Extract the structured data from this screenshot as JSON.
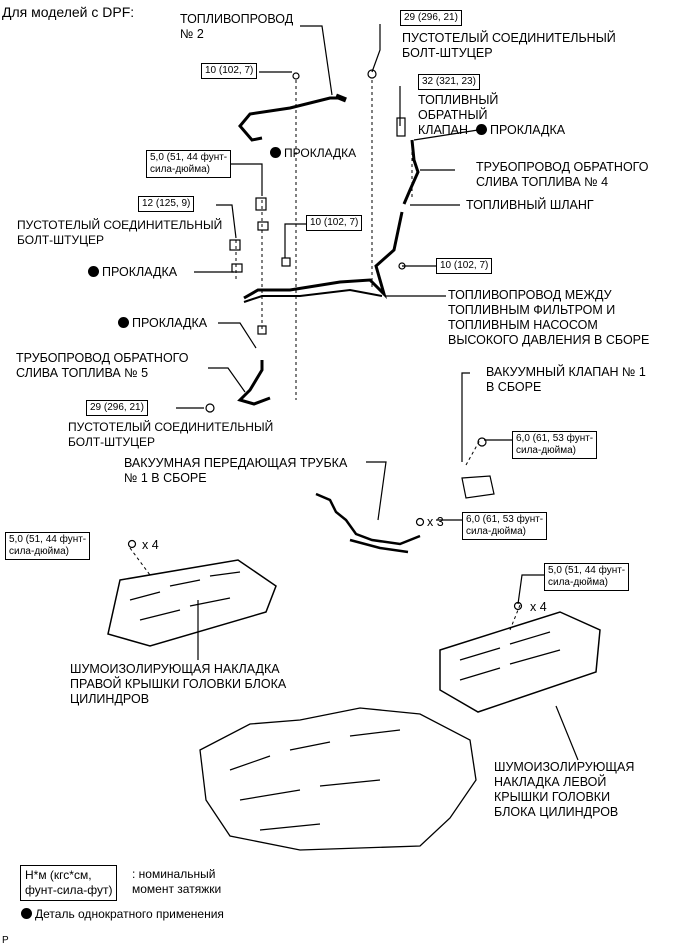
{
  "header": {
    "title": "Для моделей с DPF:"
  },
  "labels": {
    "fuel_pipe_2": "ТОПЛИВОПРОВОД\n№ 2",
    "union_bolt_top": "ПУСТОТЕЛЫЙ СОЕДИНИТЕЛЬНЫЙ\nБОЛТ-ШТУЦЕР",
    "return_valve": "ТОПЛИВНЫЙ\nОБРАТНЫЙ\nКЛАПАН",
    "gasket": "ПРОКЛАДКА",
    "return_pipe_4": "ТРУБОПРОВОД ОБРАТНОГО\nСЛИВА ТОПЛИВА № 4",
    "fuel_hose": "ТОПЛИВНЫЙ ШЛАНГ",
    "union_bolt_left": "ПУСТОТЕЛЫЙ СОЕДИНИТЕЛЬНЫЙ\nБОЛТ-ШТУЦЕР",
    "fuel_pipe_filter_pump": "ТОПЛИВОПРОВОД МЕЖДУ\nТОПЛИВНЫМ ФИЛЬТРОМ И\nТОПЛИВНЫМ НАСОСОМ\nВЫСОКОГО ДАВЛЕНИЯ В СБОРЕ",
    "return_pipe_5": "ТРУБОПРОВОД ОБРАТНОГО\nСЛИВА ТОПЛИВА № 5",
    "union_bolt_bottom": "ПУСТОТЕЛЫЙ СОЕДИНИТЕЛЬНЫЙ\nБОЛТ-ШТУЦЕР",
    "vacuum_valve": "ВАКУУМНЫЙ КЛАПАН № 1\nВ СБОРЕ",
    "vacuum_tube": "ВАКУУМНАЯ ПЕРЕДАЮЩАЯ ТРУБКА\n№ 1 В СБОРЕ",
    "right_cover": "ШУМОИЗОЛИРУЮЩАЯ НАКЛАДКА\nПРАВОЙ КРЫШКИ ГОЛОВКИ БЛОКА\nЦИЛИНДРОВ",
    "left_cover": "ШУМОИЗОЛИРУЮЩАЯ\nНАКЛАДКА ЛЕВОЙ\nКРЫШКИ ГОЛОВКИ\nБЛОКА ЦИЛИНДРОВ",
    "x3": "x 3",
    "x4a": "x 4",
    "x4b": "x 4"
  },
  "torques": {
    "t10_a": "10 (102, 7)",
    "t29_top": "29 (296, 21)",
    "t32": "32 (321, 23)",
    "t5_a": "5,0 (51, 44 фунт-\nсила-дюйма)",
    "t12": "12 (125, 9)",
    "t10_b": "10 (102, 7)",
    "t10_c": "10 (102, 7)",
    "t29_bottom": "29 (296, 21)",
    "t6_a": "6,0 (61, 53 фунт-\nсила-дюйма)",
    "t6_b": "6,0 (61, 53 фунт-\nсила-дюйма)",
    "t5_b": "5,0 (51, 44 фунт-\nсила-дюйма)",
    "t5_c": "5,0 (51, 44 фунт-\nсила-дюйма)"
  },
  "legend": {
    "unit_box": "Н*м (кгс*см,\nфунт-сила-фут)",
    "unit_desc": ": номинальный\nмомент затяжки",
    "single_use": "Деталь однократного применения"
  },
  "footer": {
    "code": "P"
  }
}
